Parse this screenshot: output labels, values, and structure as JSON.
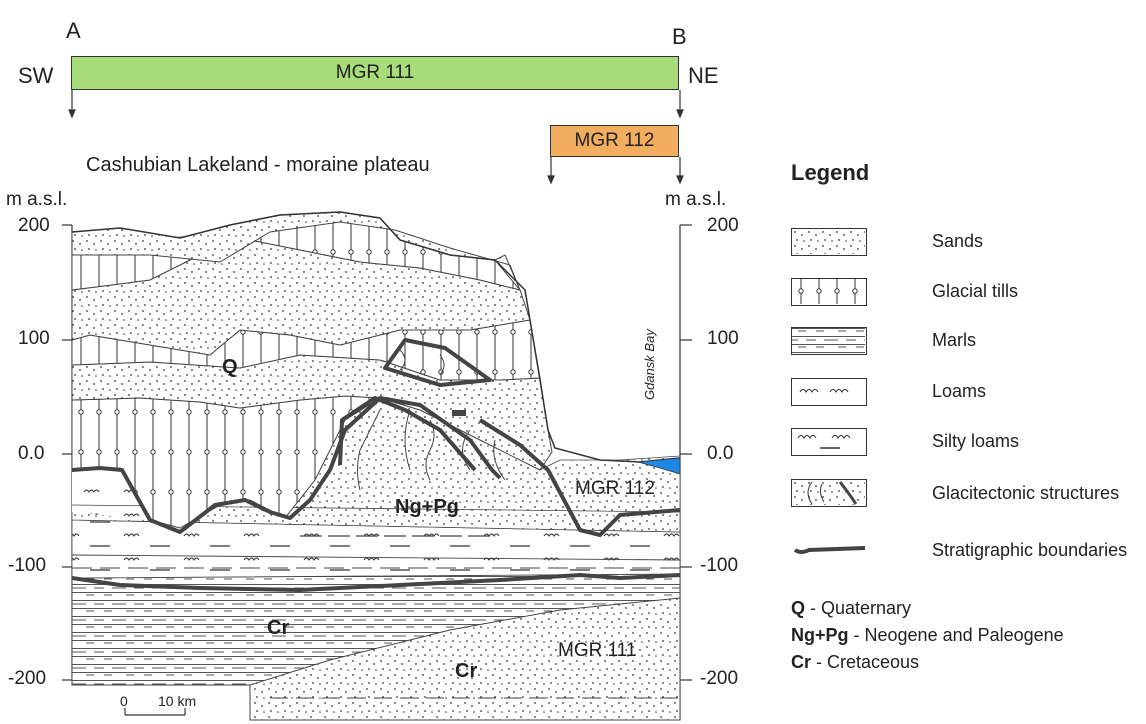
{
  "profile": {
    "point_a": "A",
    "point_b": "B",
    "dir_left": "SW",
    "dir_right": "NE",
    "bar_111": "MGR 111",
    "bar_112": "MGR 112",
    "region": "Cashubian Lakeland - moraine plateau",
    "unit_left": "m a.s.l.",
    "unit_right": "m a.s.l.",
    "ticks": [
      "200",
      "100",
      "0.0",
      "-100",
      "-200"
    ],
    "bay": "Gdansk Bay",
    "in_q": "Q",
    "in_ngpg": "Ng+Pg",
    "in_cr1": "Cr",
    "in_cr2": "Cr",
    "in_mgr112": "MGR 112",
    "in_mgr111": "MGR 111",
    "scale_0": "0",
    "scale_10": "10 km"
  },
  "colors": {
    "mgr111": "#a9dc7a",
    "mgr112": "#f2ad5f",
    "water": "#1e88e5",
    "line": "#444444"
  },
  "legend": {
    "title": "Legend",
    "items": [
      "Sands",
      "Glacial tills",
      "Marls",
      "Loams",
      "Silty loams",
      "Glacitectonic structures",
      "Stratigraphic boundaries"
    ],
    "abbr": [
      {
        "code": "Q",
        "text": " - Quaternary"
      },
      {
        "code": "Ng+Pg",
        "text": " - Neogene and Paleogene"
      },
      {
        "code": "Cr",
        "text": " - Cretaceous"
      }
    ]
  }
}
